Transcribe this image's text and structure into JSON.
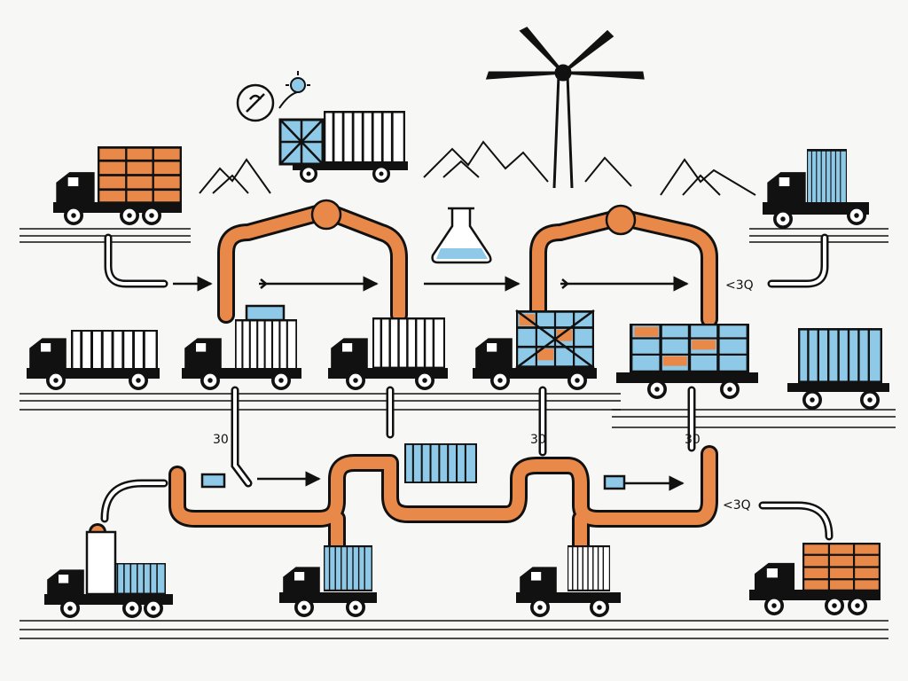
{
  "colors": {
    "background": "#f7f7f5",
    "ink": "#111111",
    "pipe": "#e8894a",
    "pipe_dark": "#c9692c",
    "cargo_blue": "#8ec9e8",
    "cargo_orange": "#e8894a"
  },
  "scene": {
    "labels": {
      "row2_right_mark": "<3Q",
      "row3_left_mark": "30",
      "row3_mid_mark": "30",
      "row3_right_mark": "30",
      "row3_far_right_mark": "<3Q"
    }
  }
}
